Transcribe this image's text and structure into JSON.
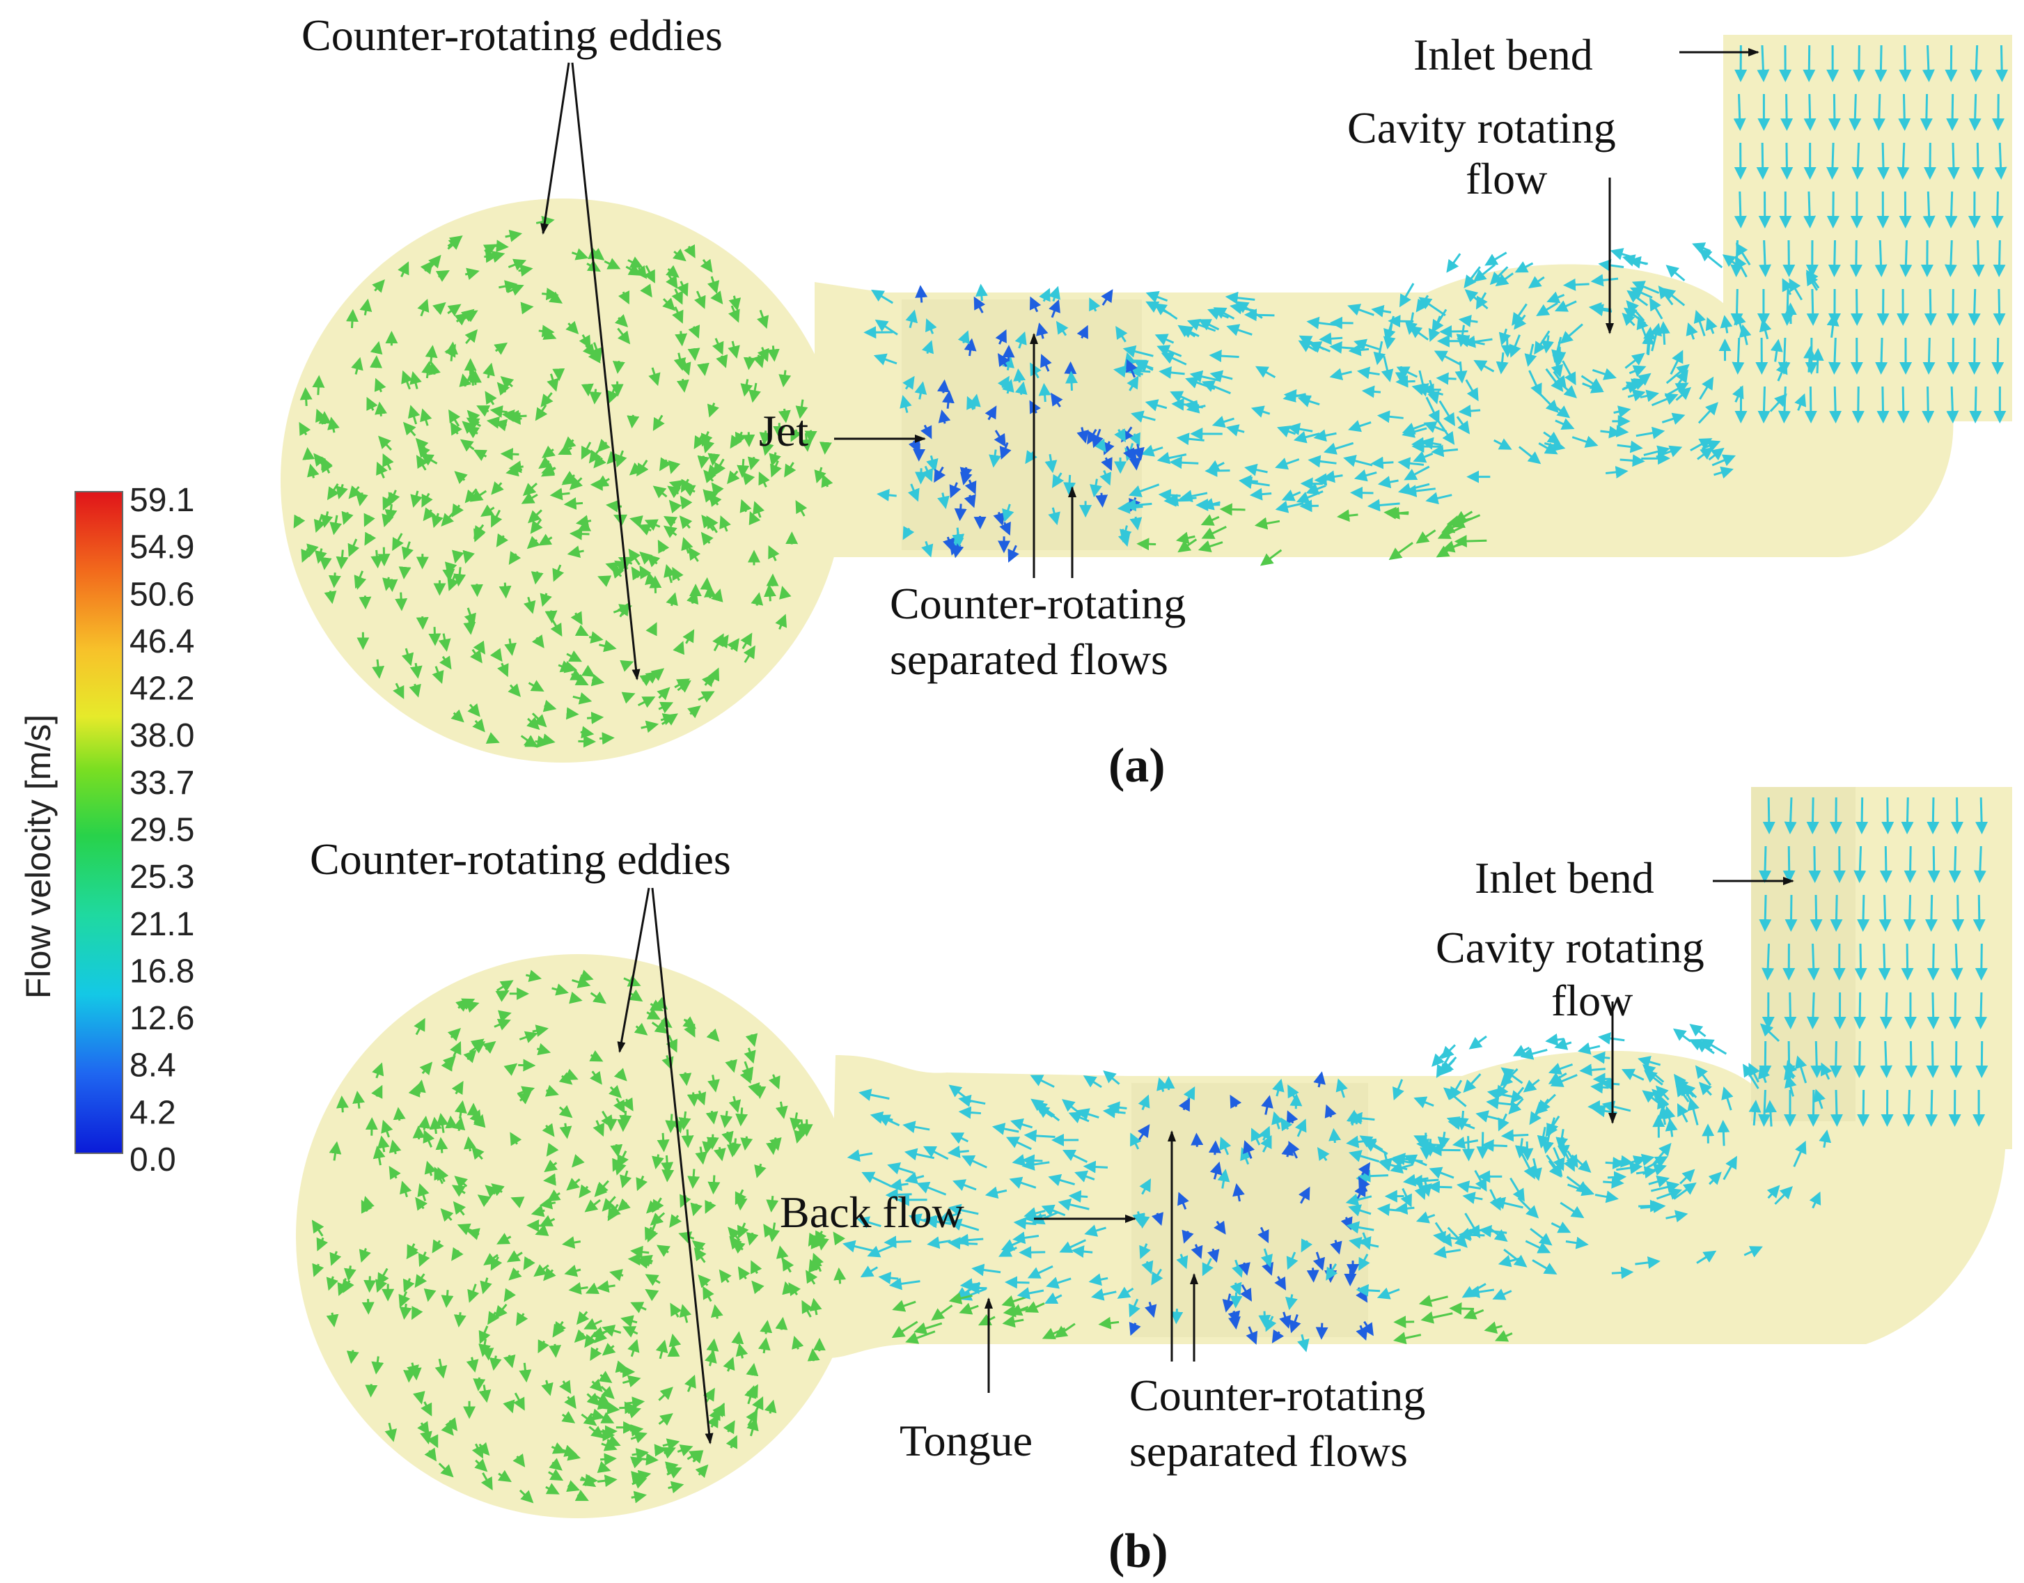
{
  "colorbar": {
    "title": "Flow velocity [m/s]",
    "ticks": [
      "59.1",
      "54.9",
      "50.6",
      "46.4",
      "42.2",
      "38.0",
      "33.7",
      "29.5",
      "25.3",
      "21.1",
      "16.8",
      "12.6",
      "8.4",
      "4.2",
      "0.0"
    ]
  },
  "panels": [
    {
      "label": "(a)",
      "annotations": {
        "eddies": "Counter-rotating eddies",
        "inlet": "Inlet bend",
        "cavity_line1": "Cavity rotating",
        "cavity_line2": "flow",
        "jet": "Jet",
        "separated_line1": "Counter-rotating",
        "separated_line2": "separated flows"
      }
    },
    {
      "label": "(b)",
      "annotations": {
        "eddies": "Counter-rotating eddies",
        "inlet": "Inlet bend",
        "cavity_line1": "Cavity rotating",
        "cavity_line2": "flow",
        "backflow": "Back flow",
        "tongue": "Tongue",
        "separated_line1": "Counter-rotating",
        "separated_line2": "separated flows"
      }
    }
  ],
  "colors": {
    "domain_fill": "#f3efc1",
    "vectors_volute": "#52c94a",
    "vectors_pipe": "#33c7d9",
    "vectors_low": "#1f5fe0"
  }
}
